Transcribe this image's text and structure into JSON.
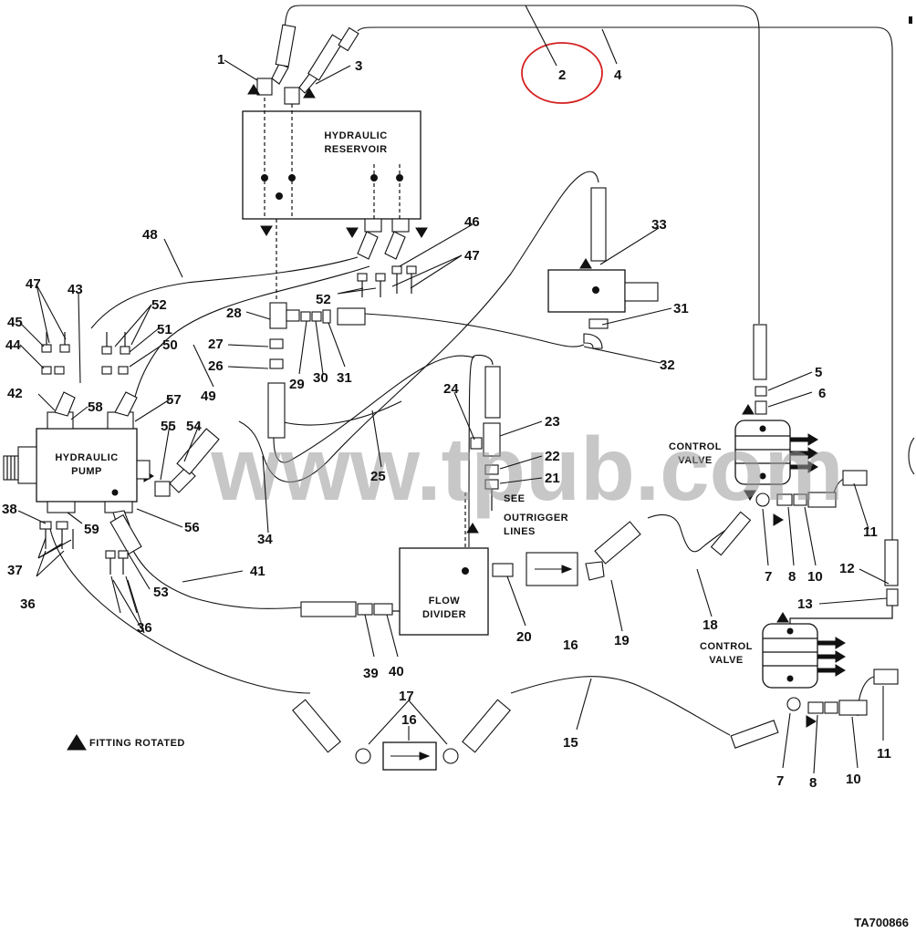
{
  "components": {
    "reservoir": [
      "HYDRAULIC",
      "RESERVOIR"
    ],
    "pump": [
      "HYDRAULIC",
      "PUMP"
    ],
    "control_valve_upper": [
      "CONTROL",
      "VALVE"
    ],
    "control_valve_lower": [
      "CONTROL",
      "VALVE"
    ],
    "flow_divider": [
      "FLOW",
      "DIVIDER"
    ]
  },
  "notes": {
    "outrigger": [
      "SEE",
      "OUTRIGGER",
      "LINES"
    ],
    "legend": "FITTING ROTATED"
  },
  "watermark": "www.tpub.com",
  "figure_id": "TA700866",
  "highlight_color": "#d42020",
  "callouts": [
    "1",
    "2",
    "3",
    "4",
    "5",
    "6",
    "7",
    "8",
    "10",
    "11",
    "12",
    "13",
    "7",
    "8",
    "10",
    "11",
    "15",
    "16",
    "17",
    "16",
    "18",
    "19",
    "20",
    "21",
    "22",
    "23",
    "24",
    "25",
    "26",
    "27",
    "28",
    "29",
    "30",
    "31",
    "31",
    "32",
    "33",
    "34",
    "36",
    "36",
    "37",
    "38",
    "39",
    "40",
    "41",
    "42",
    "43",
    "44",
    "45",
    "46",
    "47",
    "47",
    "48",
    "49",
    "50",
    "51",
    "52",
    "52",
    "53",
    "54",
    "55",
    "56",
    "57",
    "58",
    "59"
  ]
}
